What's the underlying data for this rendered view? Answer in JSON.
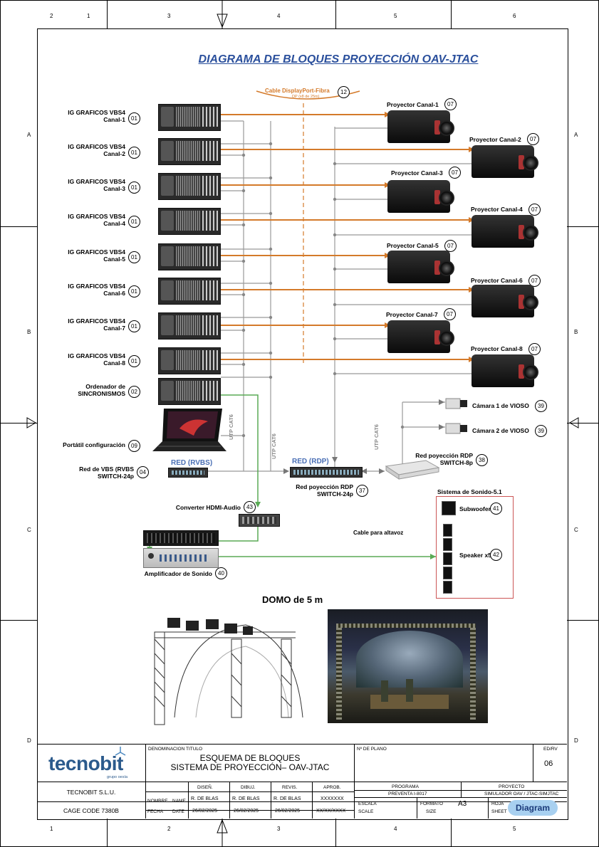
{
  "title": "DIAGRAMA DE BLOQUES PROYECCIÓN OAV-JTAC",
  "ruler": {
    "top": [
      "2",
      "1",
      "3",
      "4",
      "5",
      "6"
    ],
    "bottom": [
      "1",
      "2",
      "3",
      "4",
      "5"
    ],
    "side": [
      "A",
      "B",
      "C",
      "D"
    ]
  },
  "colors": {
    "signal": "#d47a2a",
    "network": "#888888",
    "audio": "#5aaa55",
    "title": "#2a4f9c"
  },
  "dp_cable": {
    "label": "Cable DisplayPort-Fibra",
    "sub": "DP (x8 de 25m)",
    "num": "12"
  },
  "ig": {
    "line1": "IG GRAFICOS VBS4",
    "channels": [
      "Canal-1",
      "Canal-2",
      "Canal-3",
      "Canal-4",
      "Canal-5",
      "Canal-6",
      "Canal-7",
      "Canal-8"
    ],
    "num": "01"
  },
  "projectors": {
    "labels": [
      "Proyector Canal-1",
      "Proyector Canal-2",
      "Proyector Canal-3",
      "Proyector Canal-4",
      "Proyector Canal-5",
      "Proyector Canal-6",
      "Proyector Canal-7",
      "Proyector Canal-8"
    ],
    "num": "07"
  },
  "sync": {
    "line1": "Ordenador de",
    "line2": "SINCRONISMOS",
    "num": "02"
  },
  "laptop": {
    "label": "Portátil configuración",
    "num": "09"
  },
  "utp": "UTP CAT6",
  "red_rvbs": {
    "tag": "RED (RVBS)",
    "line1": "Red de VBS (RVBS",
    "line2": "SWITCH-24p",
    "num": "04"
  },
  "red_rdp": {
    "tag": "RED (RDP)",
    "line1": "Red poyección RDP",
    "line2": "SWITCH-24p",
    "num": "37"
  },
  "rdp8": {
    "line1": "Red poyección RDP",
    "line2": "SWITCH-8p",
    "num": "38"
  },
  "cameras": [
    {
      "label": "Cámara 1 de VIOSO",
      "num": "39"
    },
    {
      "label": "Cámara 2 de VIOSO",
      "num": "39"
    }
  ],
  "converter": {
    "label": "Converter HDMI-Audio",
    "num": "43"
  },
  "amp": {
    "label": "Amplificador de Sonido",
    "num": "40"
  },
  "speaker_cable": "Cable para altavoz",
  "sound": {
    "title": "Sistema de Sonido-5.1",
    "sub": "Subwoofer",
    "sub_num": "41",
    "spk": "Speaker x5",
    "spk_num": "42"
  },
  "dome": "DOMO de 5 m",
  "titleblock": {
    "logo": "tecnobit",
    "logo_sub": "grupo oesía",
    "denom_label": "DENOMINACION  TITULO",
    "denom1": "ESQUEMA DE BLOQUES",
    "denom2": "SISTEMA DE PROYECCIÓN– OAV-JTAC",
    "plano_label": "Nº DE PLANO",
    "ed_label": "ED/RV",
    "ed": "06",
    "company": "TECNOBIT S.L.U.",
    "cage": "CAGE CODE 7380B",
    "h_disen": "DISEÑ.",
    "h_dibuj": "DIBUJ.",
    "h_revis": "REVIS.",
    "h_aprob": "APROB.",
    "nombre": "NOMBRE",
    "name": "NAME",
    "fecha": "FECHA",
    "date": "DATE",
    "n1": "R. DE BLAS",
    "n2": "R. DE BLAS",
    "n3": "R. DE BLAS",
    "n4": "XXXXXXX",
    "d1": "26/02/2025",
    "d2": "26/02/2025",
    "d3": "26/02/2025",
    "d4": "XX/XX/XXXX",
    "programa_label": "PROGRAMA",
    "programa": "PREVENTA I-8017",
    "proyecto_label": "PROYECTO",
    "proyecto": "SIMULADOR OAV / JTAC-SIMJTAC",
    "escala": "ESCALA",
    "scale": "SCALE",
    "formato": "FORMATO",
    "size": "SIZE",
    "size_val": "A3",
    "hoja": "HOJA",
    "sheet": "SHEET",
    "badge": "Diagram"
  }
}
